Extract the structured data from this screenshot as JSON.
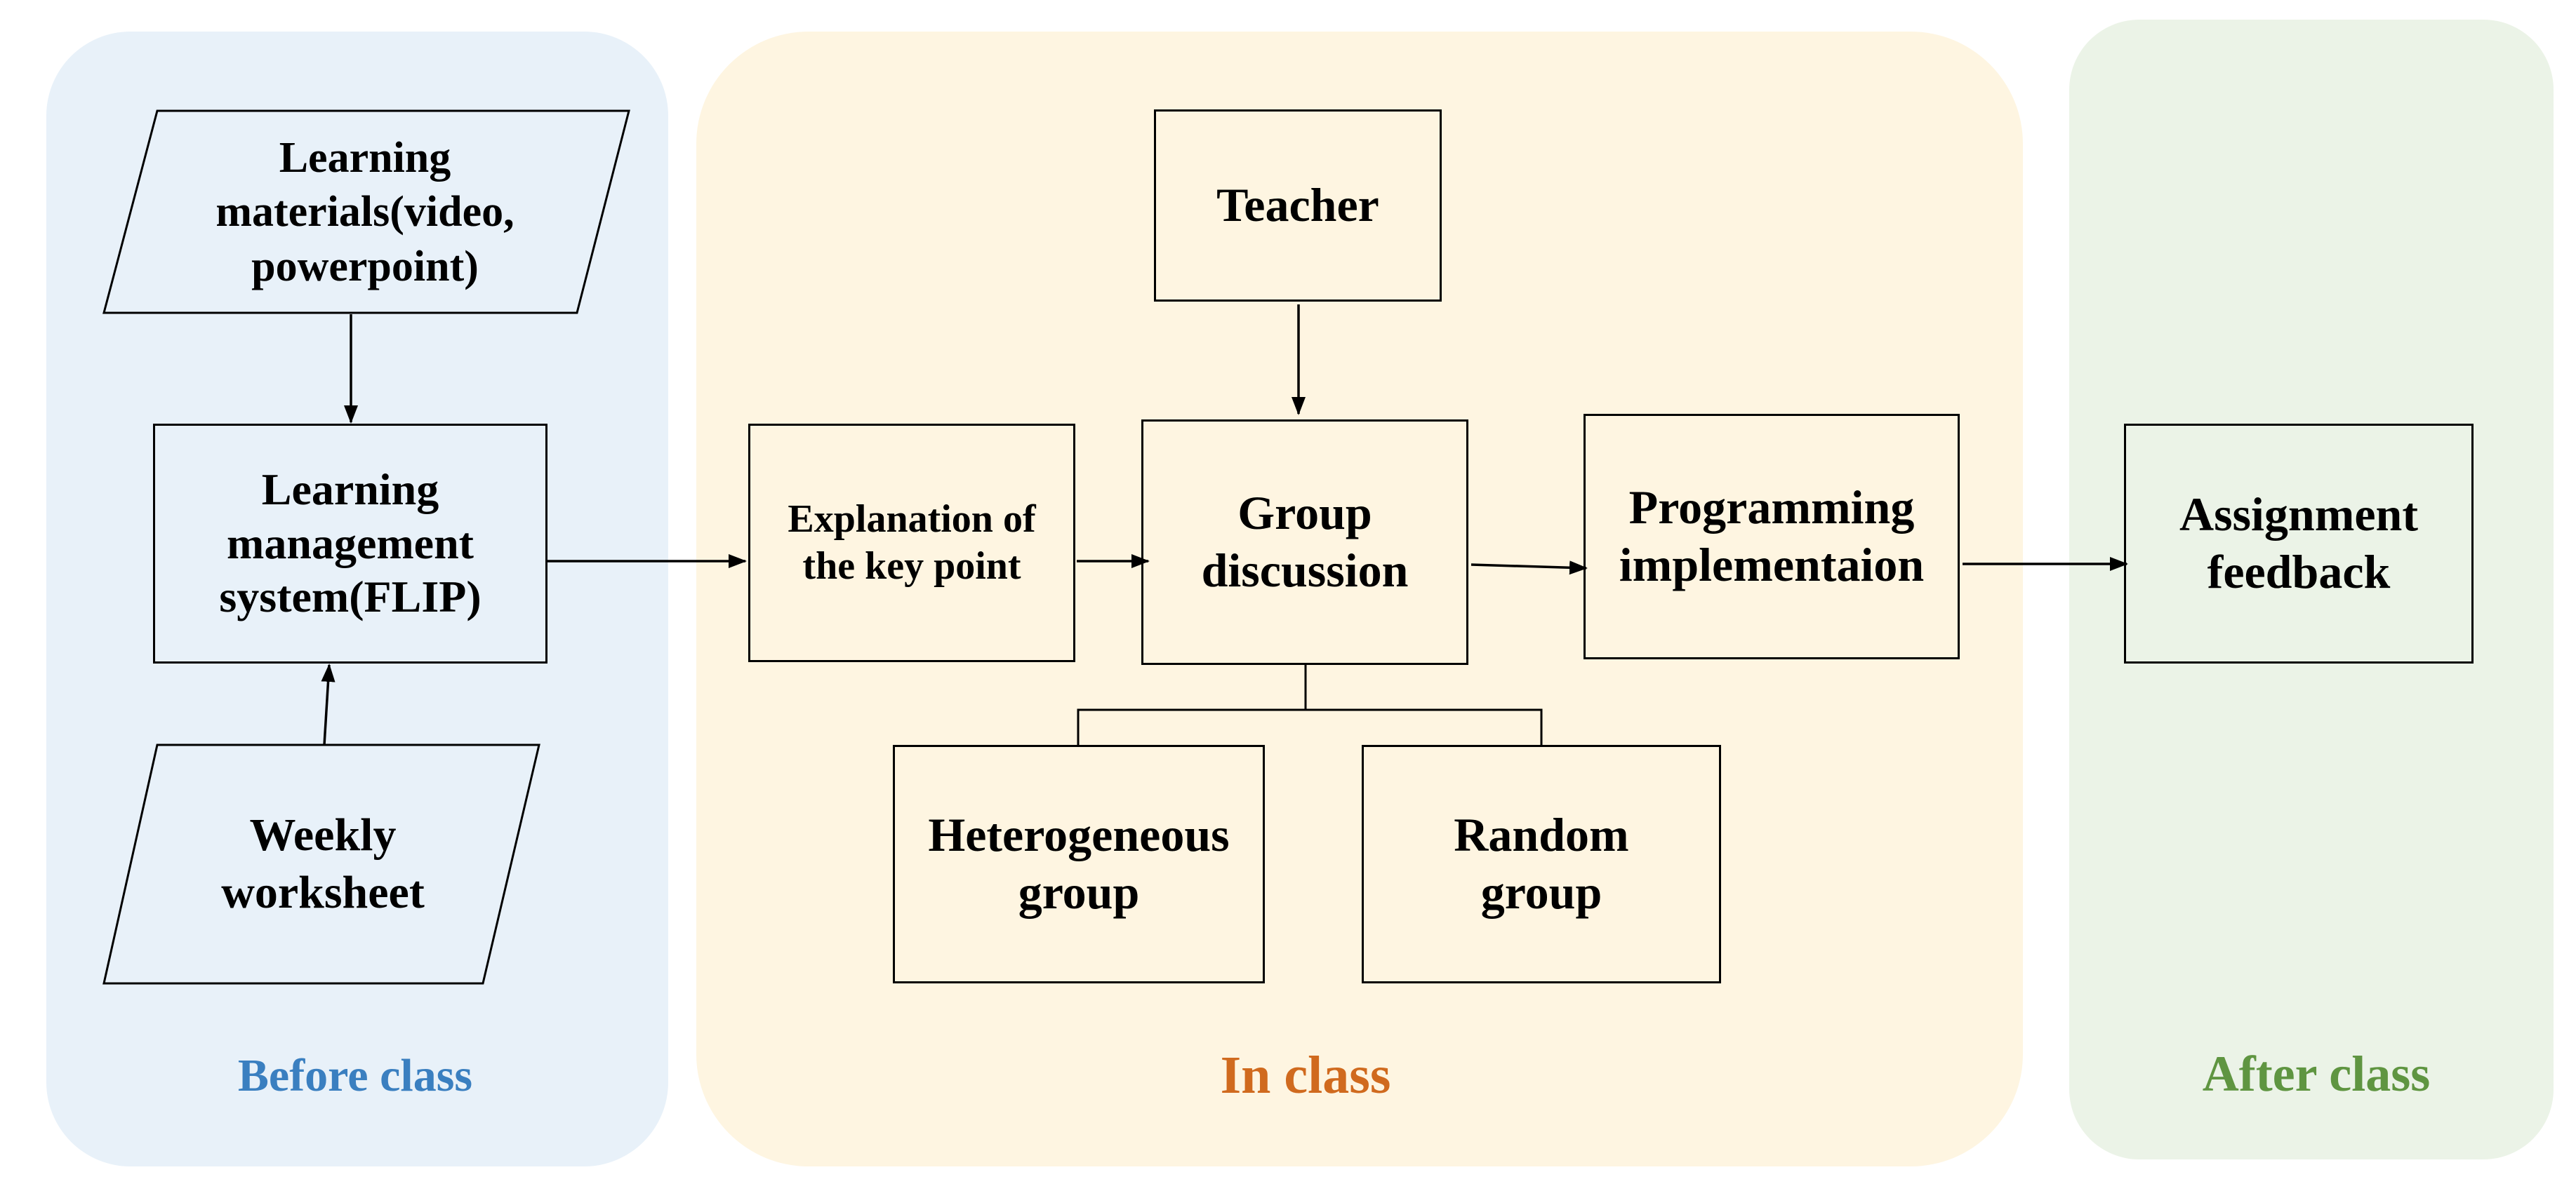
{
  "phases": {
    "before": {
      "label": "Before class",
      "color": "#3a7fc0"
    },
    "in": {
      "label": "In class",
      "color": "#d06a1e"
    },
    "after": {
      "label": "After class",
      "color": "#5f9541"
    }
  },
  "nodes": {
    "materials": "Learning materials(video, powerpoint)",
    "lms": "Learning management system(FLIP)",
    "worksheet": "Weekly worksheet",
    "teacher": "Teacher",
    "explanation": "Explanation of the key point",
    "discussion": "Group discussion",
    "programming": "Programming implementaion",
    "heterogeneous": "Heterogeneous group",
    "random": "Random group",
    "feedback": "Assignment feedback"
  },
  "colors": {
    "before_bg": "#e8f1f9",
    "in_bg": "#fef5e1",
    "after_bg": "#ebf3e7",
    "stroke": "#000000"
  }
}
